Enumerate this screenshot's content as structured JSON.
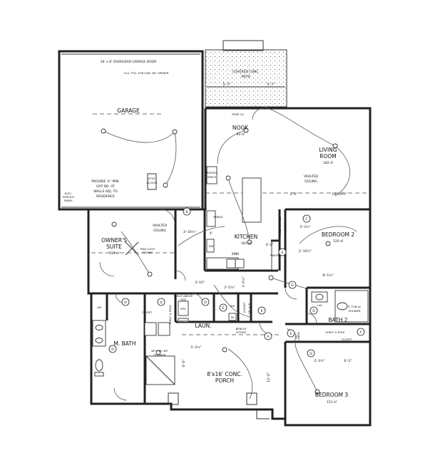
{
  "rooms": {
    "garage": "GARAGE",
    "garage_door": "16' x 8' OVERHEAD GARAGE DOOR",
    "garage_opener": "CLG. FTG. FOR GAR. DR. OPENER",
    "garage_note": [
      "PROVIDE ⅝\" MIN.",
      "GYP. BD. AT",
      "WALLS ADJ. TO",
      "RESIDENCE"
    ],
    "elec_panel": [
      "ELEC.",
      "SERVICE",
      "PANEL"
    ],
    "attic": [
      "ATTIC",
      "ACCESS"
    ],
    "patio": [
      "COVERED CONC.",
      "PATIO"
    ],
    "nook": "NOOK",
    "nook_area": "93 sf",
    "temp_gl": "TEMP. GL.",
    "living": [
      "LIVING",
      "ROOM"
    ],
    "living_area": "182 sf",
    "vaulted_living": [
      "VAULTED",
      "CEILING"
    ],
    "refrig": [
      "REFRIG",
      "SPACE"
    ],
    "range": "RANGE",
    "kitchen": "KITCHEN",
    "kitchen_area": "181 sf",
    "dw": "DW",
    "sink": "SINK",
    "pantry": "PANTRY",
    "shelf_pole_vertical": [
      "SHELF & POLE",
      "CLOSET"
    ],
    "bedroom2": "BEDROOM 2",
    "bedroom2_area": "120 sf",
    "owners": [
      "OWNER'S",
      "SUITE"
    ],
    "owners_area": "157 sf",
    "vaulted_owners": [
      "VAULTED",
      "CEILING"
    ],
    "fan_light": [
      "FAN/ LIGHT",
      "COMBO"
    ],
    "lin": "LIN",
    "closet": "CLOSET",
    "shelf_pole_owners": "SHELF & POLE",
    "mbath": "M. BATH",
    "shower_size": [
      "48\"x 36\"-60\"",
      "SHOWER"
    ],
    "dry": "DRY",
    "wash": "WASH",
    "shelf_above": [
      "SHELF ABOVE",
      "W/D"
    ],
    "laun": "LAUN.",
    "wh": "WH",
    "sk": "SK",
    "bench_hooks": [
      "BENCH/",
      "HOOKS"
    ],
    "closet_sh": [
      "CLOSET",
      "SH. & PL."
    ],
    "lav": "LAV",
    "tub": [
      "5' TUB w/",
      "SHOWER"
    ],
    "bath2": "BATH 2",
    "linen": "LINEN",
    "shelf_pole_bath": "SHELF & POLE",
    "closet_bed3": "CLOSET",
    "bedroom3": "BEDROOM 3",
    "bedroom3_area": "151 sf",
    "porch": [
      "8'x16' CONC.",
      "PORCH"
    ]
  },
  "dims": {
    "patio_left": "5'-7\"",
    "patio_right": "5'-7\"",
    "living_left": "2'-5\"",
    "living_right": "14'-10½\"",
    "owners_w": "3'-10½\"",
    "kitchen_a": "4'-2\"",
    "kitchen_b": "4'",
    "bed2_a": "5'-3½\"",
    "bed2_b": "2'-10½\"",
    "bed2_c": "8'-5½\"",
    "hall_a": "2'-5½\"",
    "hall_b": "3'-10\"",
    "hall_c": "3'-5½\"",
    "porch_a": "5'-3½\"",
    "porch_b": "6'-0\"",
    "porch_c": "12'-0\"",
    "bed3_a": "2'-3½\"",
    "bed3_b": "6'-2\""
  },
  "tags": {
    "a": "A",
    "b": "B",
    "c": "C",
    "d": "D",
    "e": "E",
    "f": "F"
  }
}
